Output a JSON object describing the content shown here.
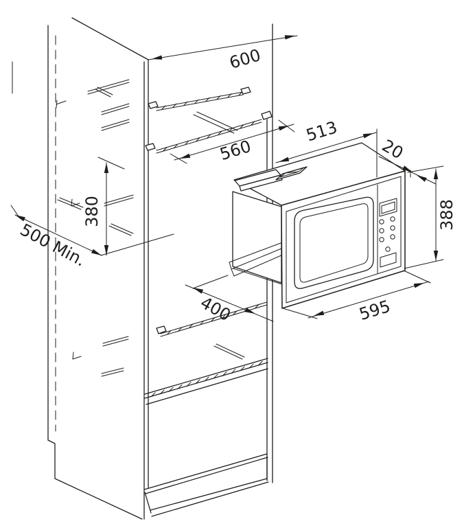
{
  "dims": {
    "d600": "600",
    "d560": "560",
    "d513": "513",
    "d20": "20",
    "d388": "388",
    "d595": "595",
    "d400": "400",
    "d380": "380",
    "d500": "500 Min."
  },
  "colors": {
    "line": "#1d1d1b",
    "background": "#ffffff"
  }
}
